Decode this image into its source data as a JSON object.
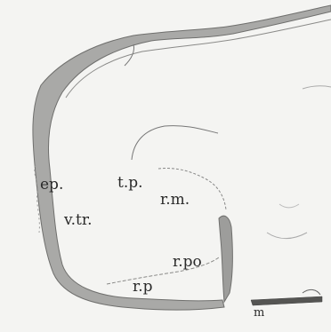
{
  "figure": {
    "labels": {
      "ep": "ep.",
      "tp": "t.p.",
      "rm": "r.m.",
      "vtr": "v.tr.",
      "rpo": "r.po",
      "rp": "r.p",
      "m": "m"
    }
  }
}
